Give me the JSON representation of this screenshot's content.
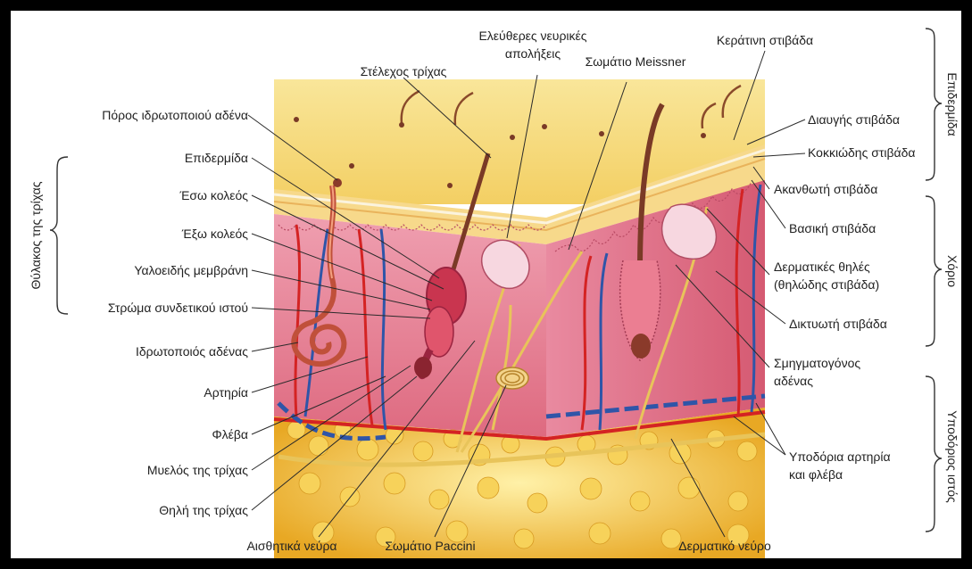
{
  "diagram": {
    "left_labels": [
      "Πόρος ιδρωτοποιού αδένα",
      "Επιδερμίδα",
      "Έσω κολεός",
      "Έξω κολεός",
      "Υαλοειδής μεμβράνη",
      "Στρώμα συνδετικού ιστού",
      "Ιδρωτοποιός αδένας",
      "Αρτηρία",
      "Φλέβα",
      "Μυελός της τρίχας",
      "Θηλή της τρίχας"
    ],
    "top_labels": [
      "Στέλεχος τρίχας",
      "Ελεύθερες νευρικές",
      "απολήξεις",
      "Σωμάτιο Meissner",
      "Κεράτινη στιβάδα"
    ],
    "right_labels": [
      "Διαυγής στιβάδα",
      "Κοκκιώδης στιβάδα",
      "Ακανθωτή στιβάδα",
      "Βασική στιβάδα",
      "Δερματικές θηλές",
      "(θηλώδης στιβάδα)",
      "Δικτυωτή στιβάδα",
      "Σμηγματογόνος",
      "αδένας",
      "Υποδόρια αρτηρία",
      "και φλέβα"
    ],
    "bottom_labels": [
      "Αισθητικά νεύρα",
      "Σωμάτιο Paccini",
      "Δερματικό νεύρο"
    ],
    "side_brackets": {
      "left": "Θύλακος της τρίχας",
      "right": [
        "Επιδερμίδα",
        "Χόριο",
        "Υποδόριος ιστός"
      ]
    },
    "colors": {
      "epidermis": "#f7d774",
      "dermis": "#e8748a",
      "fat": "#f3c23a",
      "artery": "#d42323",
      "vein": "#2f55a8",
      "nerve": "#e8c45a"
    }
  }
}
